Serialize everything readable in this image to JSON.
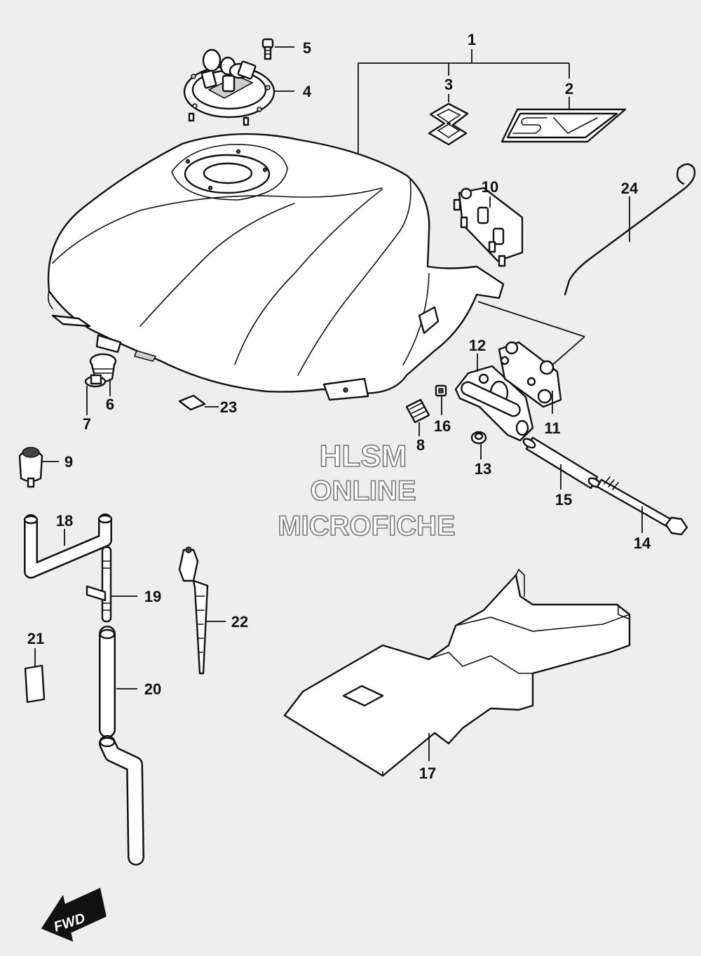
{
  "callouts": {
    "p1": "1",
    "p2": "2",
    "p3": "3",
    "p4": "4",
    "p5": "5",
    "p6": "6",
    "p7": "7",
    "p8": "8",
    "p9": "9",
    "p10": "10",
    "p11": "11",
    "p12": "12",
    "p13": "13",
    "p14": "14",
    "p15": "15",
    "p16": "16",
    "p17": "17",
    "p18": "18",
    "p19": "19",
    "p20": "20",
    "p21": "21",
    "p22": "22",
    "p23": "23",
    "p24": "24"
  },
  "watermark": {
    "line1": "HLSM",
    "line2": "ONLINE",
    "line3": "MICROFICHE"
  },
  "direction_arrow": {
    "label": "FWD",
    "icon": "fwd-arrow-icon"
  },
  "colors": {
    "background": "#eeeeee",
    "line": "#111111",
    "watermark_outline": "#777777"
  }
}
